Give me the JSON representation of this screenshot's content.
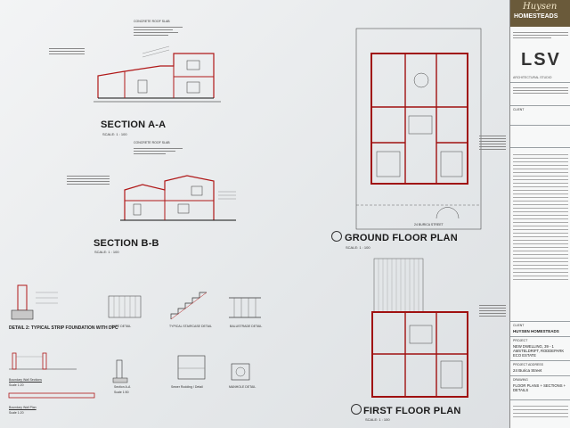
{
  "sections": {
    "section_aa": {
      "title": "SECTION A-A",
      "scale": "SCALE: 1 : 100"
    },
    "section_bb": {
      "title": "SECTION B-B",
      "scale": "SCALE: 1 : 100"
    },
    "ground": {
      "title": "GROUND FLOOR PLAN",
      "scale": "SCALE: 1 : 100"
    },
    "first": {
      "title": "FIRST FLOOR PLAN",
      "scale": "SCALE: 1 : 100"
    }
  },
  "notes": {
    "concrete_roof": "CONCRETE ROOF SLAB",
    "concrete_roof_2": "CONCRETE ROOF SLAB",
    "street": "24 BURICA STREET"
  },
  "details": {
    "detail2": "DETAIL 2: TYPICAL STRIP FOUNDATION WITH DPC",
    "gate": "GATE DETAIL",
    "stair": "TYPICAL STAIRCASE DETAIL",
    "balustrade": "BALUSTRADE DETAIL",
    "boundary_sections": "Boundary Wall Sections",
    "boundary_plan": "Boundary Wall Plan",
    "section_a": "Section A-A",
    "sewer": "Sewer Rodding / Detail",
    "manhole": "MANHOLE DETAIL",
    "scale_120": "Scale 1:20",
    "scale_150": "Scale 1:50"
  },
  "title_block": {
    "brand_top": "Huysen",
    "brand_bottom": "HOMESTEADS",
    "architect_logo": "LSV",
    "architect_sub": "ARCHITECTURAL STUDIO",
    "client_label": "CLIENT",
    "client_name": "HUYSEN HOMESTEADS",
    "project_label": "PROJECT",
    "project_name": "NEW DWELLING, 39 - 1 AMSTELDRIFT, RODDEPARK ECO ESTATE",
    "address_label": "PROJECT ADDRESS",
    "address": "24 Burica Street",
    "drawing_label": "DRAWING",
    "drawing_name": "FLOOR PLANS + SECTIONS + DETAILS"
  }
}
